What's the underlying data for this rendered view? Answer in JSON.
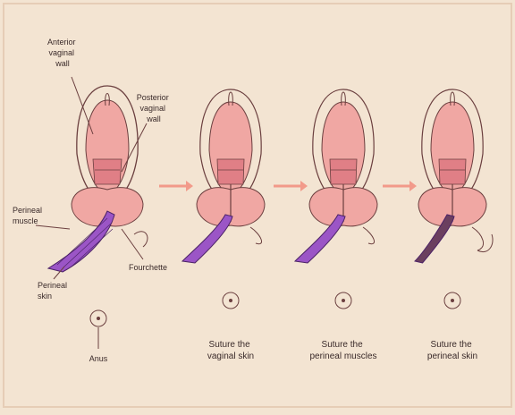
{
  "labels": {
    "anterior_vaginal_wall": [
      "Anterior",
      "vaginal",
      "wall"
    ],
    "posterior_vaginal_wall": [
      "Posterior",
      "vaginal",
      "wall"
    ],
    "perineal_muscle": [
      "Perineal",
      "muscle"
    ],
    "fourchette": [
      "Fourchette"
    ],
    "perineal_skin": [
      "Perineal",
      "skin"
    ],
    "anus": [
      "Anus"
    ]
  },
  "steps": [
    {
      "caption": [
        "Suture the",
        "vaginal skin"
      ]
    },
    {
      "caption": [
        "Suture the",
        "perineal muscles"
      ]
    },
    {
      "caption": [
        "Suture the",
        "perineal skin"
      ]
    }
  ],
  "colors": {
    "background": "#f3e4d2",
    "tissue_pink": "#f0a7a3",
    "tissue_deep": "#e07f86",
    "outline": "#6b3f3f",
    "incision": "#9b55c6",
    "arrow": "#f29a8a"
  }
}
